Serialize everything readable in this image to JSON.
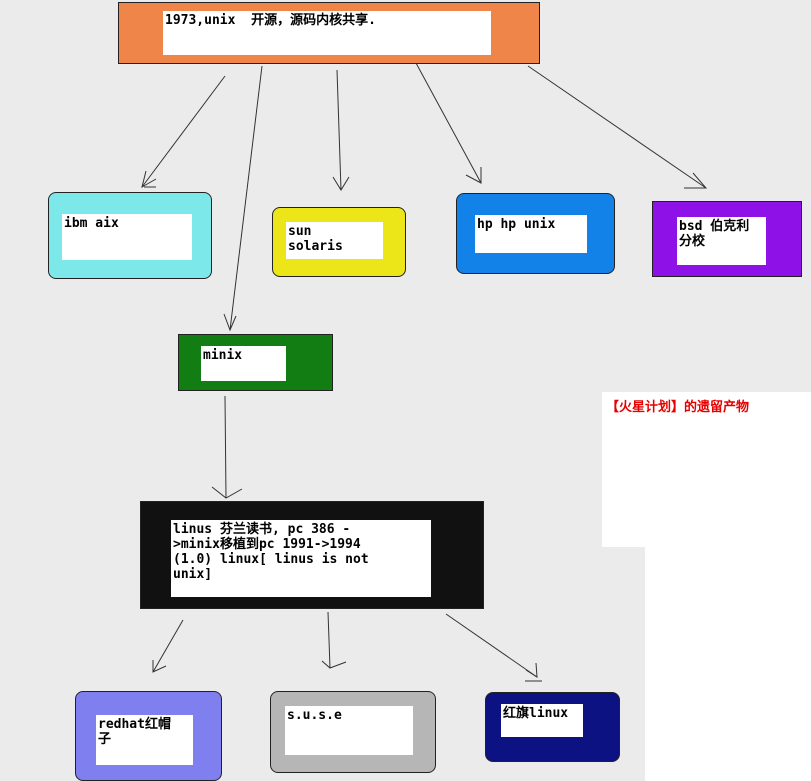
{
  "colors": {
    "unix": "#f0854a",
    "ibm": "#7de8ea",
    "sun": "#ece619",
    "hp": "#1382e8",
    "bsd": "#8e12e8",
    "minix": "#117d12",
    "linux": "#111111",
    "redhat": "#7f7ff0",
    "suse": "#b6b6b6",
    "redflag": "#0d1282",
    "note_text": "#e60000"
  },
  "nodes": {
    "unix": "1973,unix  开源，源码内核共享.",
    "ibm": "ibm aix",
    "sun": "sun\nsolaris",
    "hp": "hp hp unix",
    "bsd": "bsd 伯克利\n分校",
    "minix": "minix",
    "linux": "linus 芬兰读书, pc 386 -\n>minix移植到pc 1991->1994\n(1.0) linux[ linus is not\nunix]",
    "redhat": "redhat红帽\n子",
    "suse": "s.u.s.e",
    "redflag": "红旗linux"
  },
  "note": "【火星计划】的遗留产物"
}
